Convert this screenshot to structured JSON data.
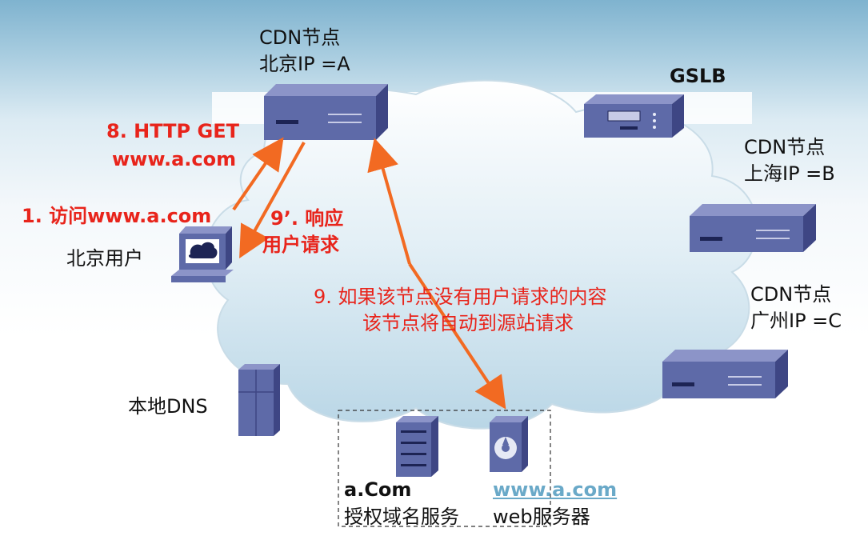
{
  "colors": {
    "arrow": "#f26a22",
    "text_red": "#e8241b",
    "device": "#5e6aa8",
    "link": "#6aa9c8"
  },
  "nodes": {
    "cdn_a": {
      "title": "CDN节点",
      "ip": "北京IP =A"
    },
    "gslb": {
      "title": "GSLB"
    },
    "cdn_b": {
      "title": "CDN节点",
      "ip": "上海IP =B"
    },
    "cdn_c": {
      "title": "CDN节点",
      "ip": "广州IP =C"
    },
    "user": {
      "title": "北京用户"
    },
    "local_dns": {
      "title": "本地DNS"
    },
    "auth_dns": {
      "name": "a.Com",
      "role": "授权域名服务"
    },
    "web_server": {
      "name": "www.a.com",
      "role": "web服务器"
    }
  },
  "steps": {
    "step8": {
      "line1": "8. HTTP GET",
      "line2": "www.a.com"
    },
    "step1": {
      "text": "1. 访问www.a.com"
    },
    "step9p": {
      "line1": "9’. 响应",
      "line2": "用户请求"
    },
    "step9": {
      "line1": "9. 如果该节点没有用户请求的内容",
      "line2": "该节点将自动到源站请求"
    }
  },
  "icons": [
    "cloud-icon",
    "router-icon",
    "gslb-device-icon",
    "computer-icon",
    "dns-server-icon",
    "server-icon",
    "web-server-icon",
    "arrow-icon"
  ]
}
